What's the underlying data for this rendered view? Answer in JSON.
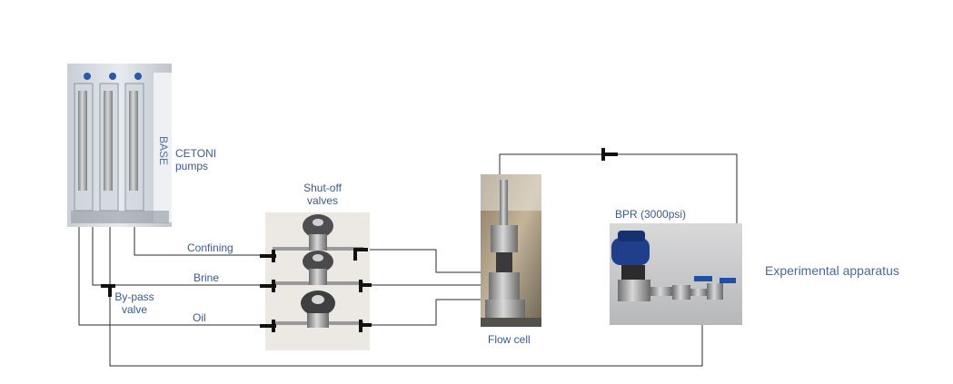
{
  "labels": {
    "pumps_line1": "CETONI",
    "pumps_line2": "pumps",
    "shutoff_line1": "Shut-off",
    "shutoff_line2": "valves",
    "confining": "Confining",
    "brine": "Brine",
    "oil": "Oil",
    "bypass_line1": "By-pass",
    "bypass_line2": "valve",
    "flow_cell": "Flow cell",
    "bpr": "BPR (3000psi)",
    "title": "Experimental apparatus"
  },
  "colors": {
    "line": "#2b2b2b",
    "text": "#3a5a8a",
    "valve_marker": "#111111",
    "bpr_knob": "#1f3f8a"
  }
}
